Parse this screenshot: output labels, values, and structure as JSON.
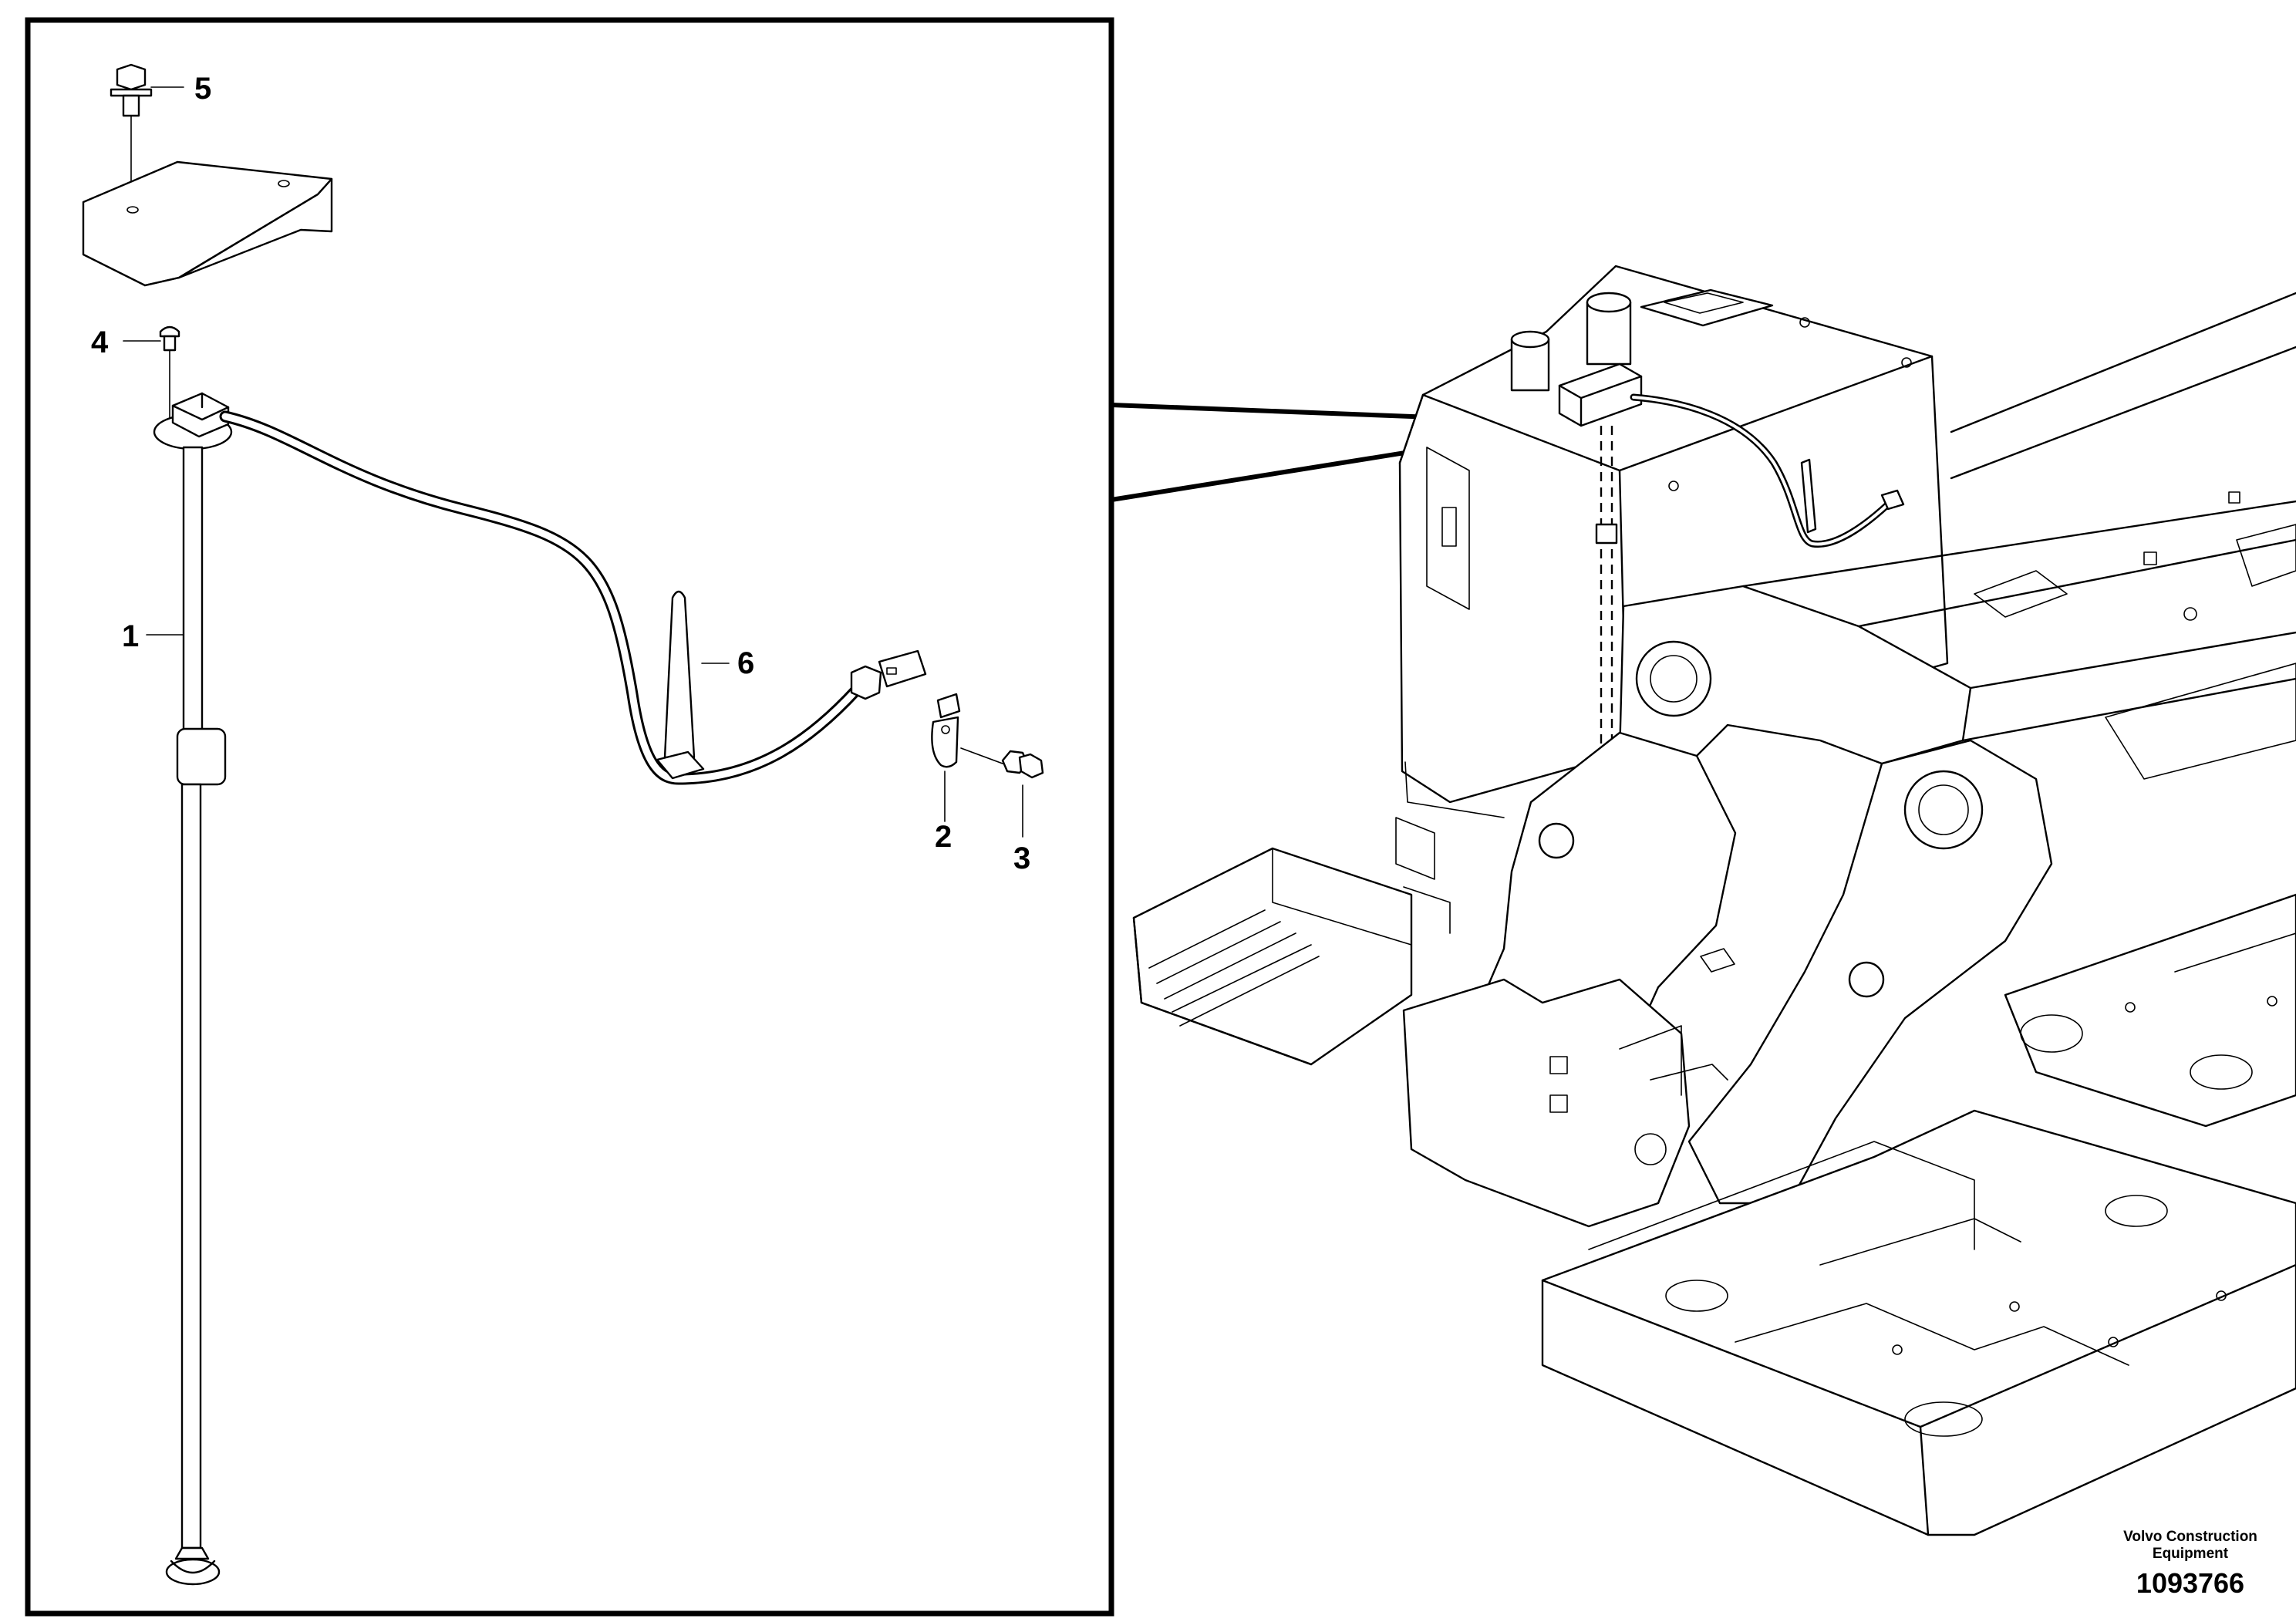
{
  "callouts": {
    "c1": "1",
    "c2": "2",
    "c3": "3",
    "c4": "4",
    "c5": "5",
    "c6": "6"
  },
  "footer": {
    "manufacturer_line1": "Volvo Construction",
    "manufacturer_line2": "Equipment",
    "drawing_number": "1093766"
  }
}
